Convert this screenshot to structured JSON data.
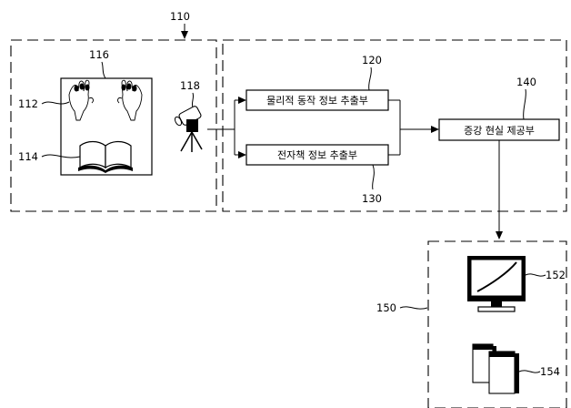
{
  "labels": {
    "ref_110": "110",
    "ref_116": "116",
    "ref_112": "112",
    "ref_114": "114",
    "ref_118": "118",
    "ref_120": "120",
    "ref_130": "130",
    "ref_140": "140",
    "ref_150": "150",
    "ref_152": "152",
    "ref_154": "154"
  },
  "boxes": {
    "physical_motion_extractor": "물리적 동작 정보 추출부",
    "ebook_extractor": "전자책 정보 추출부",
    "ar_provider": "증강 현실 제공부"
  },
  "icons": [
    "hands-icon",
    "book-icon",
    "camera-icon",
    "monitor-icon",
    "server-icon"
  ]
}
